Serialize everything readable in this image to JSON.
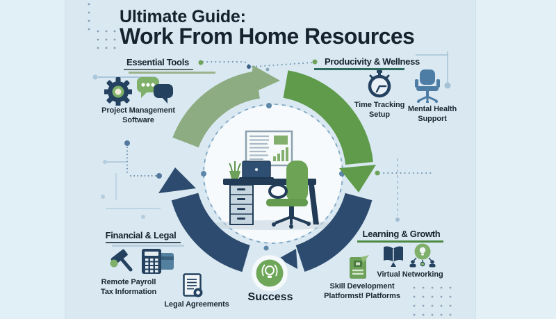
{
  "title": {
    "kicker": "Ultimate Guide:",
    "main": "Work From Home Resources"
  },
  "sections": {
    "essential_tools": {
      "title": "Essential Tools",
      "items": {
        "project_management": {
          "label": "Project Management\nSoftware",
          "icons": [
            "gear-icon",
            "chat-bubbles-icon"
          ]
        }
      }
    },
    "productivity_wellness": {
      "title": "Producivity & Wellness",
      "items": {
        "time_tracking": {
          "label": "Time Tracking\nSetup",
          "icons": [
            "stopwatch-icon"
          ]
        },
        "mental_health": {
          "label": "Mental Health\nSupport",
          "icons": [
            "office-chair-icon"
          ]
        }
      }
    },
    "financial_legal": {
      "title": "Financial & Legal",
      "items": {
        "remote_payroll": {
          "label": "Remote Payroll\nTax Information",
          "icons": [
            "gavel-icon",
            "calculator-card-icon"
          ]
        },
        "legal_agreements": {
          "label": "Legal Agreements",
          "icons": [
            "legal-document-icon"
          ]
        }
      }
    },
    "learning_growth": {
      "title": "Learning & Growth",
      "items": {
        "skill_development": {
          "label": "Skill Development\nPlatformst! Platforms",
          "icons": [
            "certificate-icon"
          ]
        },
        "virtual_networking": {
          "label": "Virtual Networking",
          "icons": [
            "open-book-icon",
            "idea-network-icon"
          ]
        }
      }
    }
  },
  "center": {
    "success_label": "Success",
    "badge_icon": "lightbulb-badge-icon",
    "illustration": "home-office-desk-illustration"
  },
  "palette": {
    "background": "#d9e8f1",
    "navy_arc": "#2d4b6e",
    "green_arc": "#5f9b4b",
    "sage_arc": "#8dac81",
    "icon_navy": "#24425f",
    "icon_green": "#7fb069",
    "steel_blue": "#4d7ca4",
    "badge_green": "#6fa75a",
    "text_dark": "#16222e"
  }
}
